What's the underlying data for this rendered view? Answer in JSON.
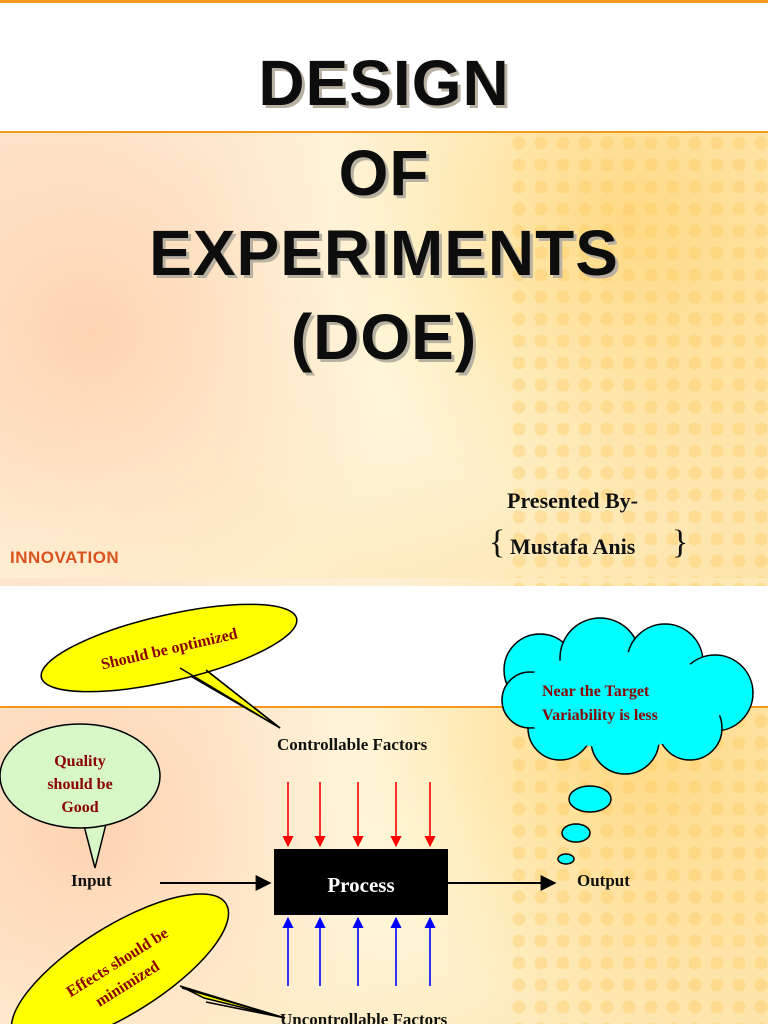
{
  "slide1": {
    "title_lines": [
      "DESIGN",
      "OF",
      "EXPERIMENTS",
      "(DOE)"
    ],
    "presented_by": "Presented By-",
    "presenter_name": "Mustafa Anis",
    "brace_open": "{",
    "brace_close": "}",
    "brand_text": "INNOVATION"
  },
  "slide2": {
    "callout_optimized": "Should be optimized",
    "cloud_line1": "Near the Target",
    "cloud_line2": "Variability is less",
    "quality_line1": "Quality",
    "quality_line2": "should be",
    "quality_line3": "Good",
    "controllable_label": "Controllable Factors",
    "uncontrollable_label": "Uncontrollable Factors",
    "input_label": "Input",
    "process_label": "Process",
    "output_label": "Output",
    "effects_line1": "Effects should be",
    "effects_line2": "minimized"
  },
  "colors": {
    "accent_orange": "#f39a1e",
    "brand_orange": "#d9531e",
    "callout_yellow": "#ffff00",
    "cloud_cyan": "#00ffff",
    "quality_green": "#d8f7c6",
    "callout_text": "#8b0000",
    "controllable_arrows": "#ff0000",
    "uncontrollable_arrows": "#0000ff",
    "process_box": "#000000"
  }
}
